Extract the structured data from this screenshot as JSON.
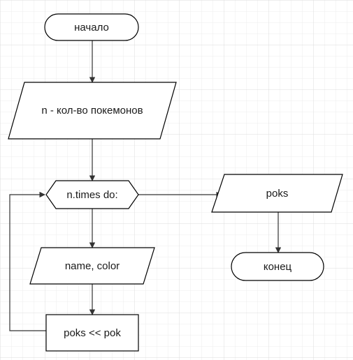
{
  "diagram": {
    "type": "flowchart",
    "nodes": {
      "start": {
        "shape": "terminator",
        "text": "начало"
      },
      "input_n": {
        "shape": "data",
        "text": "n - кол-во покемонов"
      },
      "loop": {
        "shape": "loop",
        "text": "n.times do:"
      },
      "input_name_color": {
        "shape": "data",
        "text": "name, color"
      },
      "append": {
        "shape": "process",
        "text": "poks << pok"
      },
      "output_poks": {
        "shape": "data",
        "text": "poks"
      },
      "end": {
        "shape": "terminator",
        "text": "конец"
      }
    },
    "edges": [
      {
        "from": "start",
        "to": "input_n"
      },
      {
        "from": "input_n",
        "to": "loop"
      },
      {
        "from": "loop",
        "to": "input_name_color"
      },
      {
        "from": "input_name_color",
        "to": "append"
      },
      {
        "from": "append",
        "to": "loop"
      },
      {
        "from": "loop",
        "to": "output_poks"
      },
      {
        "from": "output_poks",
        "to": "end"
      }
    ],
    "colors": {
      "stroke": "#000000",
      "fill": "#ffffff",
      "connector": "#555555",
      "grid": "#e8e8e8",
      "text": "#1a1a1a"
    }
  }
}
